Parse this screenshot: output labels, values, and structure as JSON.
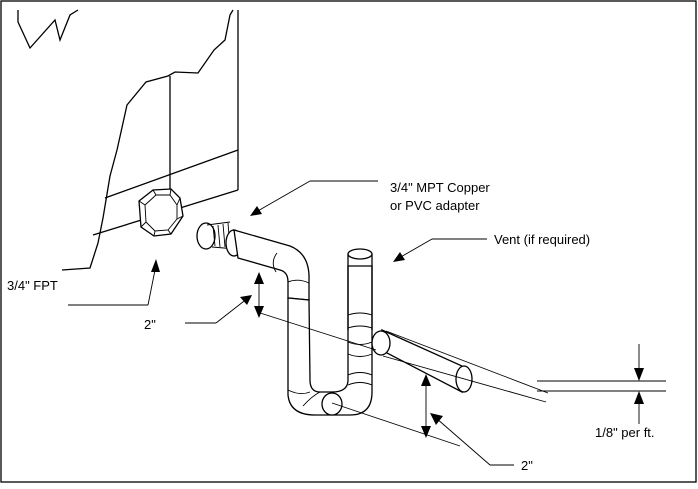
{
  "diagram": {
    "labels": {
      "adapter_line1": "3/4\" MPT Copper",
      "adapter_line2": "or PVC adapter",
      "vent": "Vent (if required)",
      "fpt": "3/4\" FPT",
      "trap_height_top": "2\"",
      "trap_height_bottom": "2\"",
      "slope": "1/8\" per ft."
    }
  }
}
